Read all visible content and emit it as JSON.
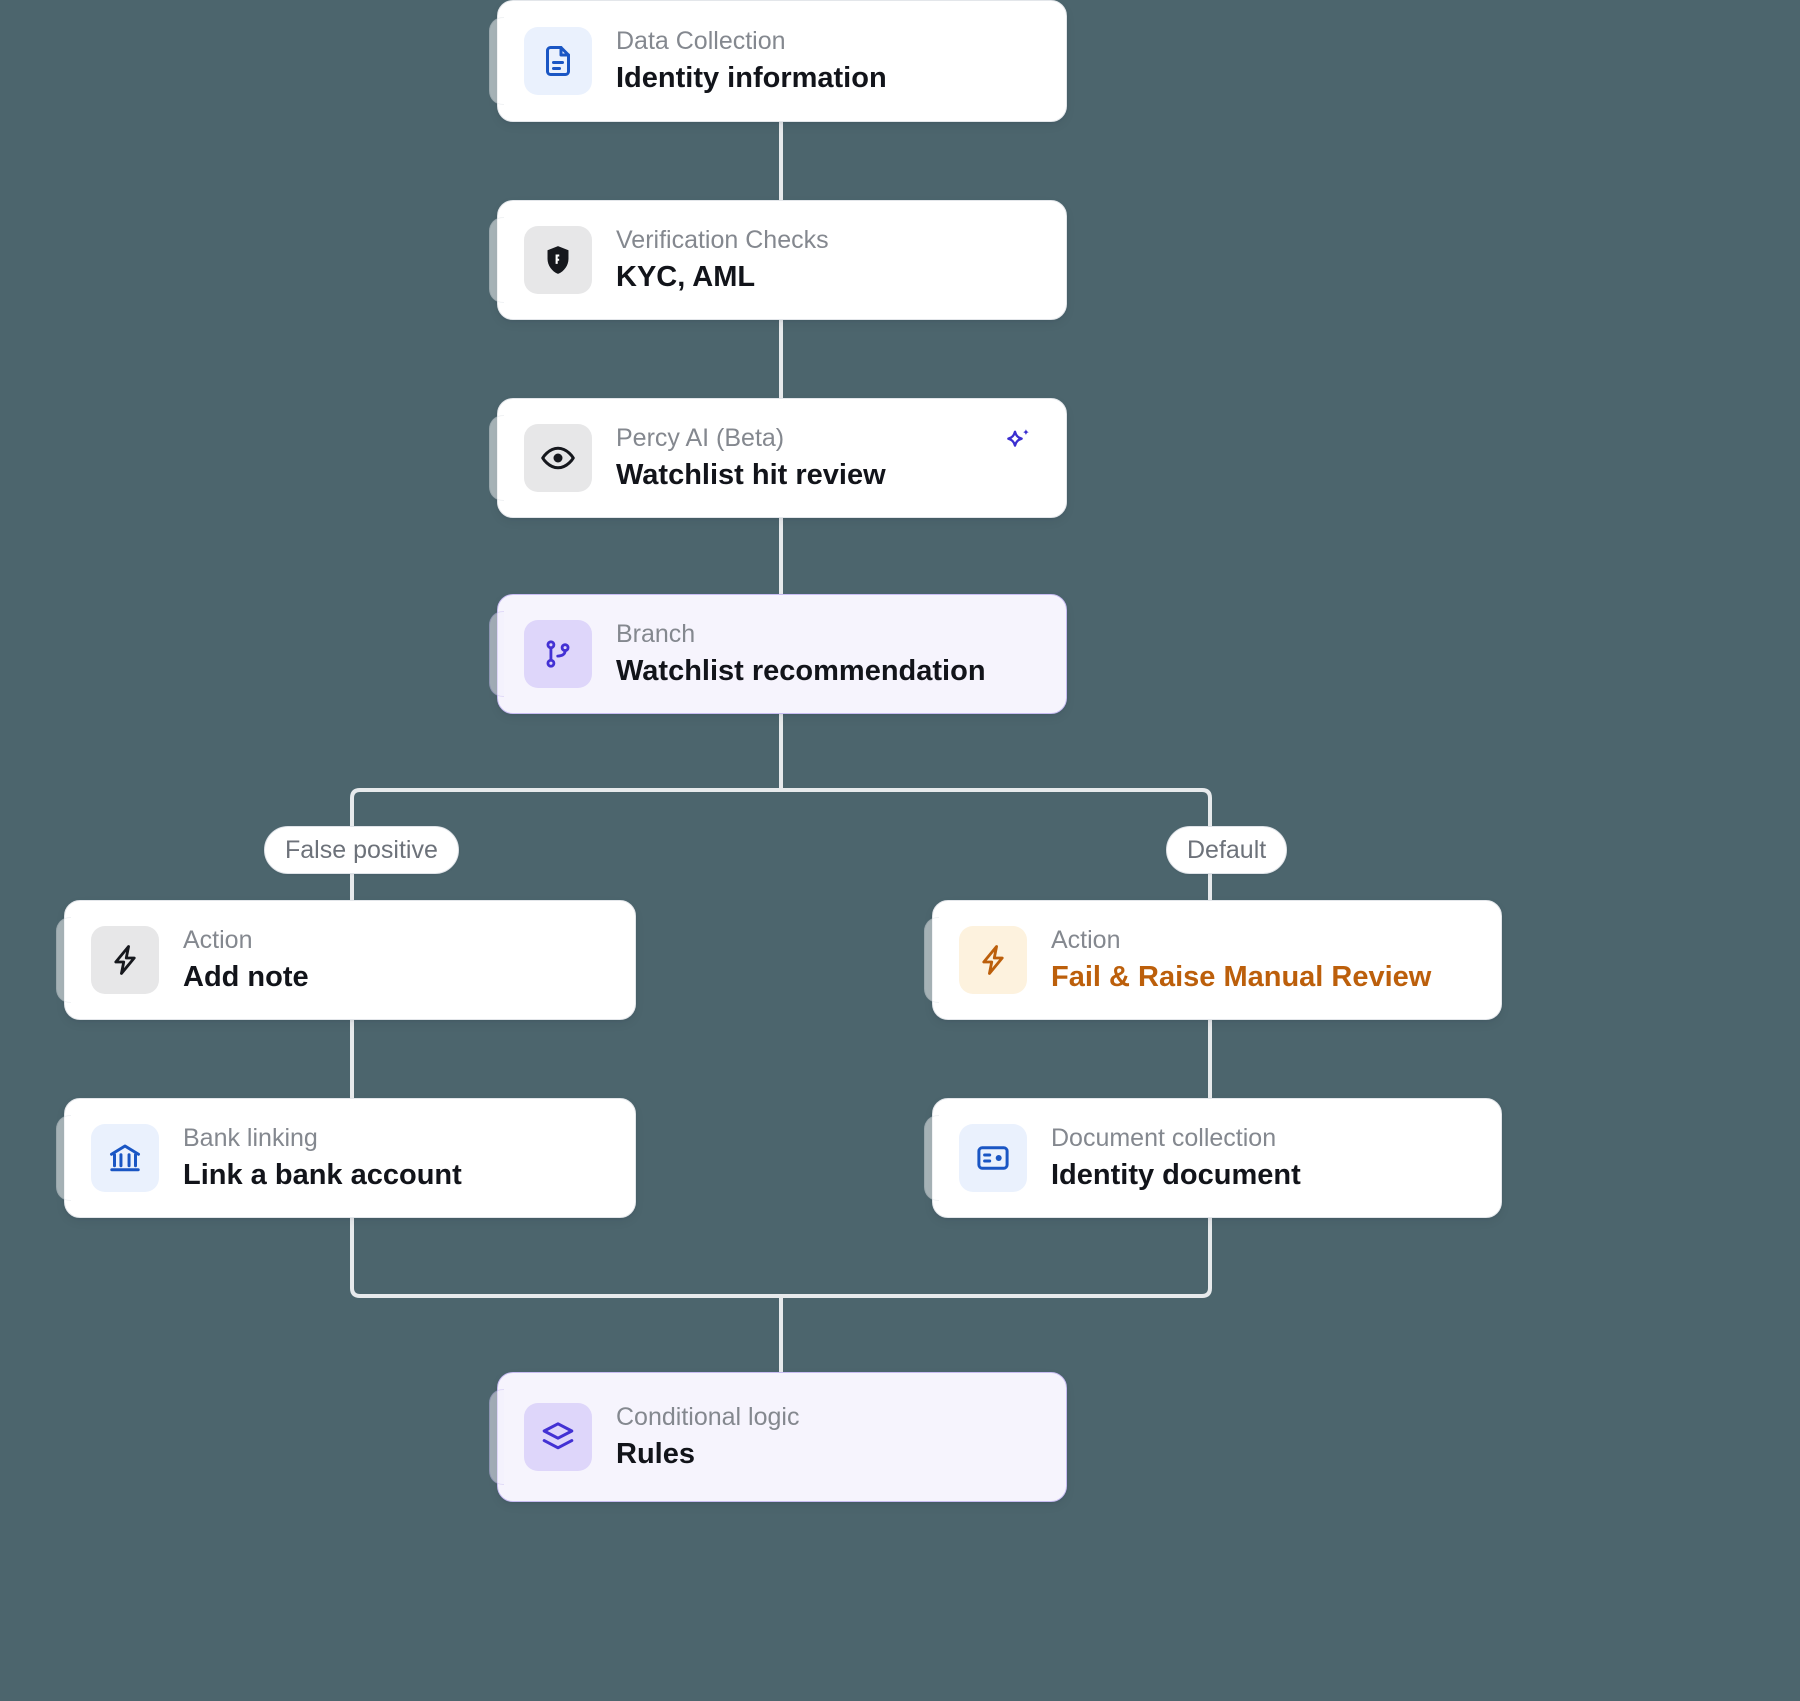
{
  "theme": {
    "background": "#4c656d",
    "card_background": "#ffffff",
    "card_border": "#e3e6ea",
    "accent_card_background": "#f6f4fd",
    "accent_card_border": "#c8bcf2",
    "connector": "#e7eaec",
    "kicker_text": "#84888f",
    "title_text": "#12141a",
    "amber_text": "#bc5f0b",
    "icon_blue": "#1a56c4",
    "icon_purple": "#4331d4",
    "icon_black": "#16181d",
    "icon_amber": "#bc5f0b",
    "sparkle_purple": "#3b2fd0"
  },
  "flow": {
    "nodes": [
      {
        "id": "data-collection",
        "kicker": "Data Collection",
        "title": "Identity information",
        "icon": "document-icon",
        "icon_tile": "blue",
        "accent": false
      },
      {
        "id": "verification-checks",
        "kicker": "Verification Checks",
        "title": "KYC, AML",
        "icon": "shield-check-icon",
        "icon_tile": "grey",
        "accent": false
      },
      {
        "id": "percy-ai",
        "kicker": "Percy AI (Beta)",
        "title": "Watchlist hit review",
        "icon": "eye-icon",
        "icon_tile": "grey",
        "accent": false,
        "badge": "sparkle-ai-icon"
      },
      {
        "id": "branch",
        "kicker": "Branch",
        "title": "Watchlist recommendation",
        "icon": "git-branch-icon",
        "icon_tile": "purple",
        "accent": true
      },
      {
        "id": "add-note",
        "kicker": "Action",
        "title": "Add note",
        "icon": "lightning-bolt-icon",
        "icon_tile": "grey",
        "accent": false
      },
      {
        "id": "fail-raise-manual-review",
        "kicker": "Action",
        "title": "Fail & Raise Manual Review",
        "icon": "lightning-bolt-icon",
        "icon_tile": "amber",
        "accent": false,
        "title_color": "amber"
      },
      {
        "id": "bank-linking",
        "kicker": "Bank linking",
        "title": "Link a bank account",
        "icon": "bank-icon",
        "icon_tile": "blue",
        "accent": false
      },
      {
        "id": "document-collection",
        "kicker": "Document collection",
        "title": "Identity document",
        "icon": "id-card-icon",
        "icon_tile": "blue",
        "accent": false
      },
      {
        "id": "conditional-logic",
        "kicker": "Conditional logic",
        "title": "Rules",
        "icon": "layers-icon",
        "icon_tile": "purple",
        "accent": true
      }
    ],
    "branch_labels": [
      {
        "id": "false-positive",
        "label": "False positive"
      },
      {
        "id": "default",
        "label": "Default"
      }
    ]
  }
}
